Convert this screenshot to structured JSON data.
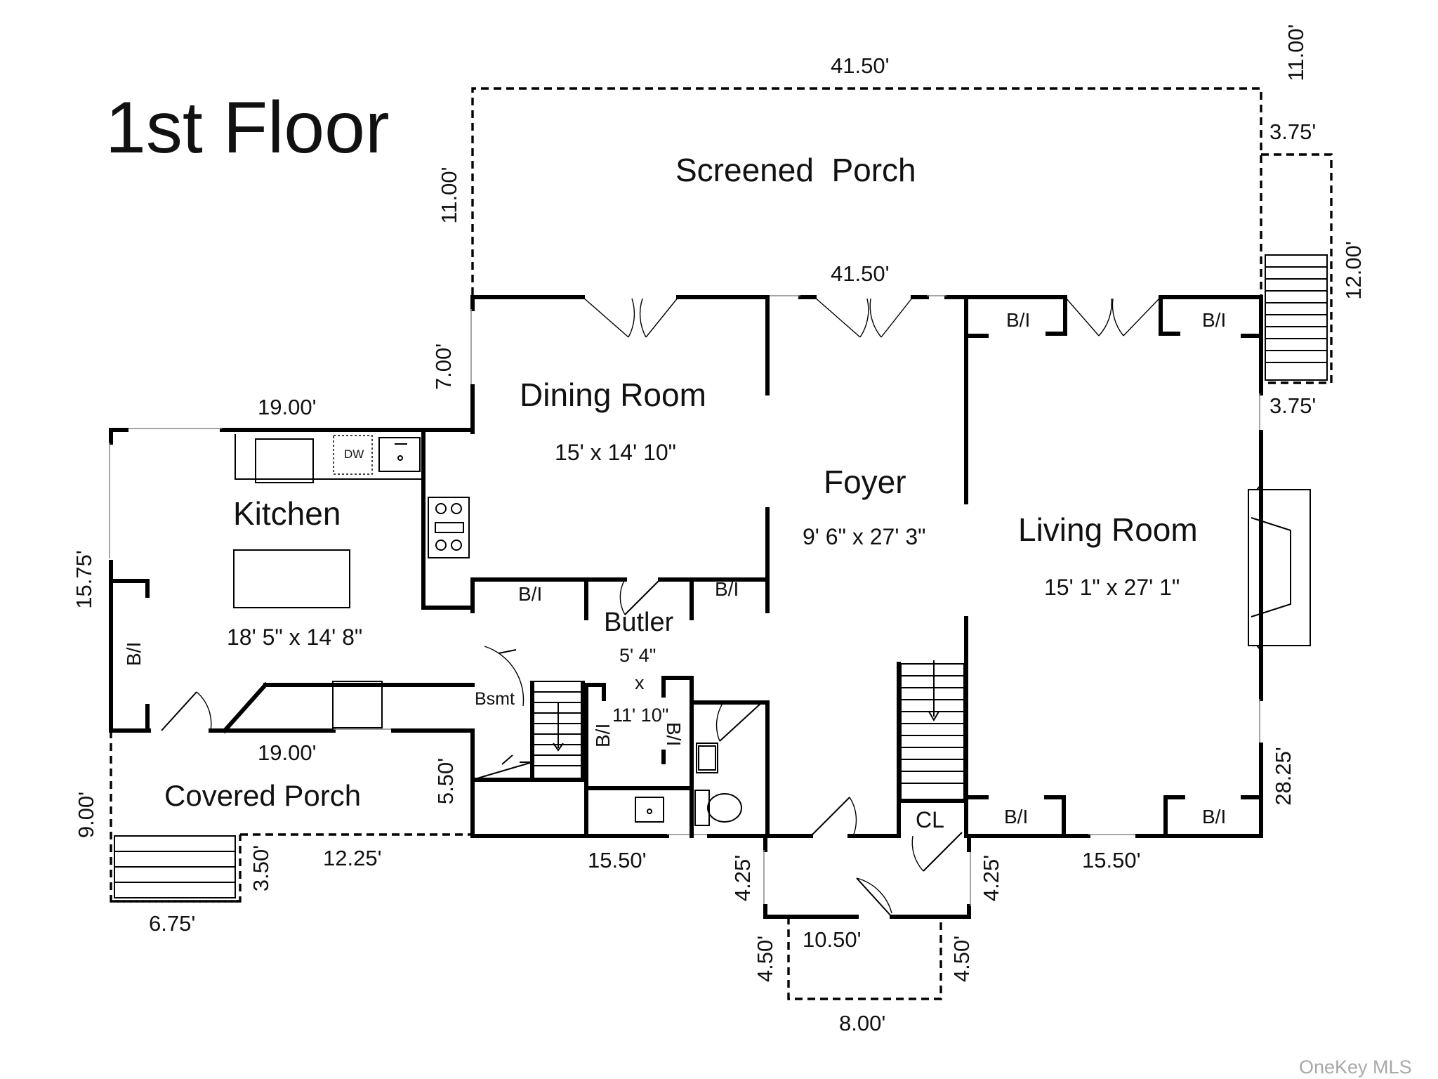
{
  "title": "1st Floor",
  "watermark": "OneKey MLS",
  "rooms": {
    "screened_porch": {
      "name": "Screened  Porch"
    },
    "dining_room": {
      "name": "Dining Room",
      "size": "15' x 14' 10\""
    },
    "foyer": {
      "name": "Foyer",
      "size": "9' 6\" x 27' 3\""
    },
    "living_room": {
      "name": "Living Room",
      "size": "15' 1\" x 27' 1\""
    },
    "kitchen": {
      "name": "Kitchen",
      "size": "18' 5\" x 14' 8\""
    },
    "butler": {
      "name": "Butler",
      "size_line1": "5' 4\"",
      "size_line2": "x",
      "size_line3": "11' 10\""
    },
    "covered_porch": {
      "name": "Covered Porch"
    }
  },
  "labels": {
    "bi": "B/I",
    "bsmt": "Bsmt",
    "cl": "CL",
    "dw": "DW"
  },
  "dimensions": {
    "porch_top": "41.50'",
    "porch_right": "11.00'",
    "step_top": "3.75'",
    "porch_left": "11.00'",
    "house_top": "41.50'",
    "stair_right": "12.00'",
    "dining_left": "7.00'",
    "step_bottom": "3.75'",
    "kitchen_top": "19.00'",
    "kitchen_left": "15.75'",
    "kitchen_bottom": "19.00'",
    "living_right": "28.25'",
    "covered_left": "9.00'",
    "covered_right": "5.50'",
    "steps_right": "3.50'",
    "covered_bottom": "12.25'",
    "mid_bottom": "15.50'",
    "right_bottom": "15.50'",
    "vest_left": "4.25'",
    "vest_right": "4.25'",
    "steps_width": "6.75'",
    "vest_bottom": "10.50'",
    "entry_left": "4.50'",
    "entry_right": "4.50'",
    "entry_width": "8.00'"
  }
}
